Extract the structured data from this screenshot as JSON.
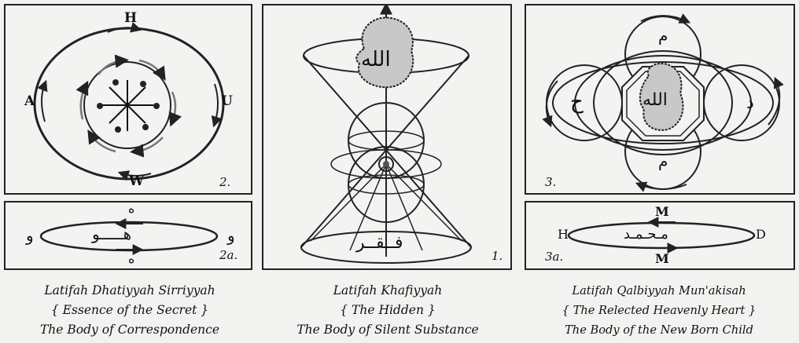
{
  "panels": {
    "p2": {
      "letters": {
        "top": "H",
        "left": "A",
        "right": "U",
        "bottom": "W"
      },
      "number": "2."
    },
    "p2a": {
      "number": "2a.",
      "arabic_top": "ه",
      "arabic_bottom": "ه",
      "arabic_center": "هـــــو",
      "arabic_left": "و",
      "arabic_right": "و"
    },
    "p1": {
      "number": "1.",
      "arabic_top": "الله",
      "arabic_bottom": "فــقــر"
    },
    "p3": {
      "number": "3.",
      "arabic_center": "الله",
      "arabic_left": "ح",
      "arabic_right": "د",
      "arabic_top": "م",
      "arabic_bottom": "م"
    },
    "p3a": {
      "number": "3a.",
      "letters": {
        "top": "M",
        "left": "H",
        "right": "D",
        "bottom": "M"
      },
      "arabic_center": "مـحـمـد"
    }
  },
  "captions": [
    {
      "line1": "Latifah Dhatiyyah Sirriyyah",
      "line2": "{   Essence of the Secret  }",
      "line3": "The Body of Correspondence"
    },
    {
      "line1": "Latifah Khafiyyah",
      "line2": "{   The  Hidden  }",
      "line3": "The Body of Silent Substance"
    },
    {
      "line1": "Latifah Qalbiyyah Mun'akisah",
      "line2": "{  The Relected Heavenly Heart  }",
      "line3": "The Body of the New Born Child"
    }
  ]
}
